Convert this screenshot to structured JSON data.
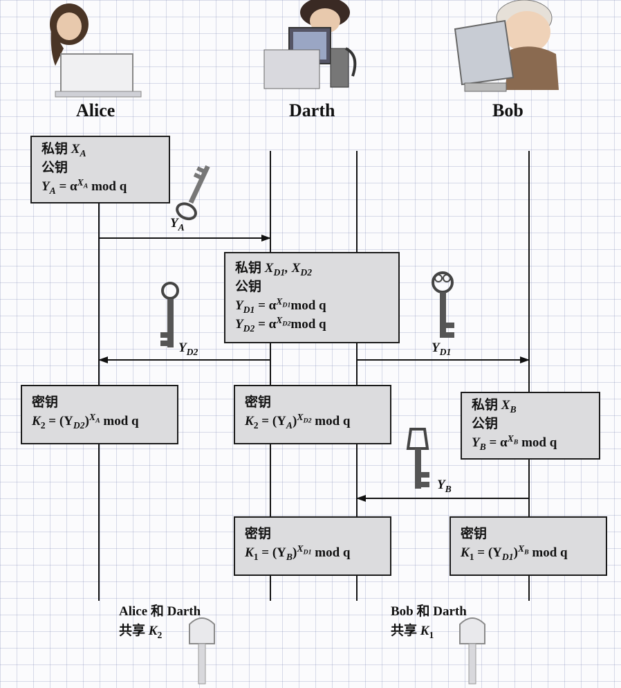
{
  "participants": {
    "alice": "Alice",
    "darth": "Darth",
    "bob": "Bob"
  },
  "boxes": {
    "alice_keys": {
      "private_label": "私钥",
      "private_var": "X",
      "private_sub": "A",
      "public_label": "公钥",
      "formula_lhs": "Y",
      "formula_lhs_sub": "A",
      "formula_eq": " = α",
      "formula_exp": "X",
      "formula_exp_sub": "A",
      "formula_tail": " mod q"
    },
    "darth_keys": {
      "private_label": "私钥",
      "private_vars": "X",
      "private_sub1": "D1",
      "private_sep": ", X",
      "private_sub2": "D2",
      "public_label": "公钥",
      "f1_lhs": "Y",
      "f1_lhs_sub": "D1",
      "f1_eq": " = α",
      "f1_exp": "X",
      "f1_exp_sub": "D1",
      "f1_tail": "mod q",
      "f2_lhs": "Y",
      "f2_lhs_sub": "D2",
      "f2_eq": " = α",
      "f2_exp": "X",
      "f2_exp_sub": "D2",
      "f2_tail": "mod q"
    },
    "bob_keys": {
      "private_label": "私钥",
      "private_var": "X",
      "private_sub": "B",
      "public_label": "公钥",
      "formula_lhs": "Y",
      "formula_lhs_sub": "B",
      "formula_eq": " = α",
      "formula_exp": "X",
      "formula_exp_sub": "B",
      "formula_tail": " mod q"
    },
    "alice_secret": {
      "label": "密钥",
      "lhs": "K",
      "lhs_sub": "2",
      "eq": " = (Y",
      "base_sub": "D2",
      "close": ")",
      "exp": "X",
      "exp_sub": "A",
      "tail": " mod q"
    },
    "darth_secret2": {
      "label": "密钥",
      "lhs": "K",
      "lhs_sub": "2",
      "eq": " = (Y",
      "base_sub": "A",
      "close": ")",
      "exp": "X",
      "exp_sub": "D2",
      "tail": " mod q"
    },
    "darth_secret1": {
      "label": "密钥",
      "lhs": "K",
      "lhs_sub": "1",
      "eq": " = (Y",
      "base_sub": "B",
      "close": ")",
      "exp": "X",
      "exp_sub": "D1",
      "tail": " mod q"
    },
    "bob_secret": {
      "label": "密钥",
      "lhs": "K",
      "lhs_sub": "1",
      "eq": " = (Y",
      "base_sub": "D1",
      "close": ")",
      "exp": "X",
      "exp_sub": "B",
      "tail": " mod q"
    }
  },
  "messages": {
    "ya": {
      "var": "Y",
      "sub": "A"
    },
    "yd2": {
      "var": "Y",
      "sub": "D2"
    },
    "yd1": {
      "var": "Y",
      "sub": "D1"
    },
    "yb": {
      "var": "Y",
      "sub": "B"
    }
  },
  "captions": {
    "left_line1": "Alice  和  Darth",
    "left_line2_prefix": "共享 ",
    "left_var": "K",
    "left_sub": "2",
    "right_line1": "Bob  和  Darth",
    "right_line2_prefix": "共享 ",
    "right_var": "K",
    "right_sub": "1"
  },
  "icons": [
    "alice-avatar-icon",
    "darth-avatar-icon",
    "bob-avatar-icon",
    "key-icon"
  ]
}
